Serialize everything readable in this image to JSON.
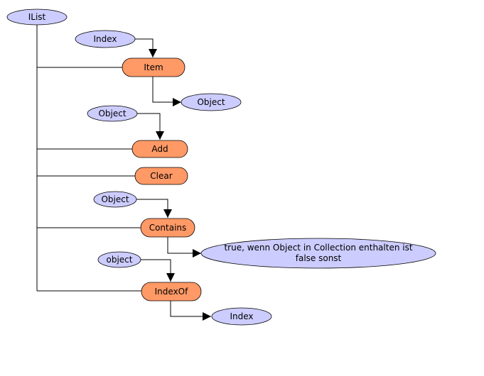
{
  "diagram": {
    "root": {
      "label": "IList"
    },
    "methods": [
      {
        "label": "Item"
      },
      {
        "label": "Add"
      },
      {
        "label": "Clear"
      },
      {
        "label": "Contains"
      },
      {
        "label": "IndexOf"
      }
    ],
    "inputs": [
      {
        "label": "Index"
      },
      {
        "label": "Object"
      },
      {
        "label": "Object"
      },
      {
        "label": "object"
      }
    ],
    "outputs": [
      {
        "label": "Object"
      },
      {
        "label_line1": "true, wenn Object in Collection enthalten ist",
        "label_line2": "false sonst"
      },
      {
        "label": "Index"
      }
    ]
  }
}
